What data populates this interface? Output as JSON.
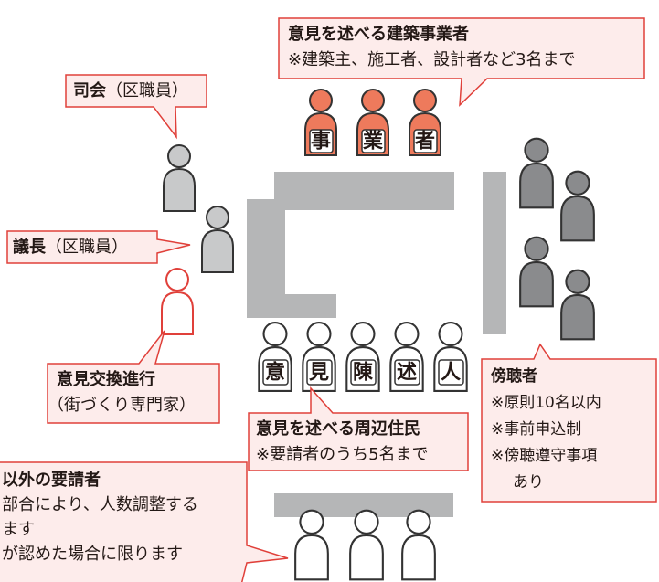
{
  "colors": {
    "callout_fill": "#fdeceb",
    "callout_stroke": "#e0403a",
    "business_person": "#ee7a5c",
    "moderator_person": "#c8c9ca",
    "spectator_person": "#8a8b8d",
    "table_gray": "#b5b6b7",
    "text": "#231815"
  },
  "business_operator": {
    "title": "意見を述べる建築事業者",
    "note": "※建築主、施工者、設計者など3名まで",
    "seat_labels": [
      "事",
      "業",
      "者"
    ]
  },
  "moderator": {
    "title": "司会",
    "suffix": "（区職員）"
  },
  "chairperson": {
    "title": "議長",
    "suffix": "（区職員）"
  },
  "facilitator": {
    "title": "意見交換進行",
    "note": "（街づくり専門家）"
  },
  "residents": {
    "title": "意見を述べる周辺住民",
    "note": "※要請者のうち5名まで",
    "seat_labels": [
      "意",
      "見",
      "陳",
      "述",
      "人"
    ]
  },
  "spectators": {
    "title": "傍聴者",
    "notes": [
      "※原則10名以内",
      "※事前申込制",
      "※傍聴遵守事項",
      "あり"
    ]
  },
  "other_requesters": {
    "title": "以外の要請者",
    "lines": [
      "部合により、人数調整する",
      "ます",
      "が認めた場合に限ります"
    ]
  }
}
